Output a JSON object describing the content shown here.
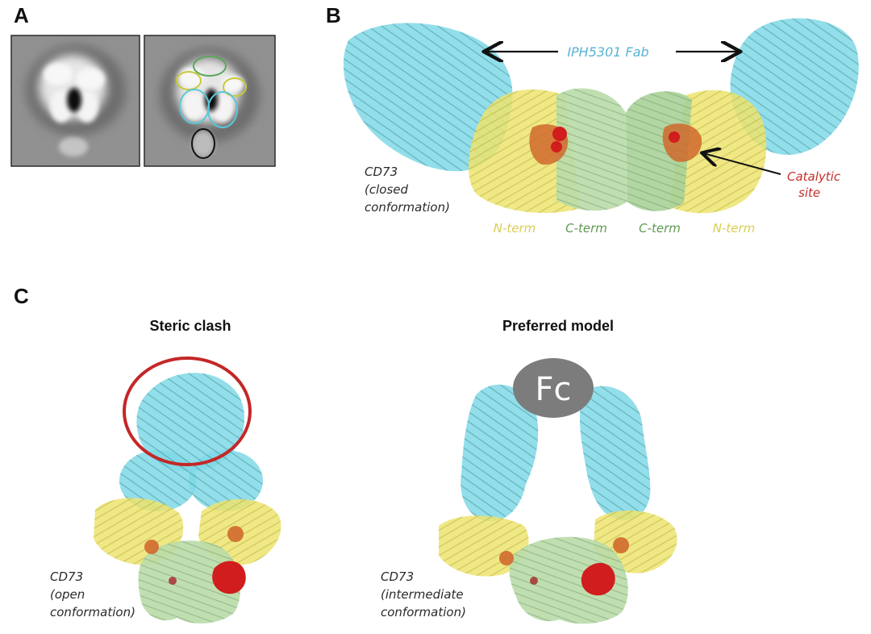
{
  "panels": {
    "a": {
      "letter": "A"
    },
    "b": {
      "letter": "B",
      "fab_label": "IPH5301 Fab",
      "cd73_lines": [
        "CD73",
        "(closed",
        "conformation)"
      ],
      "catalytic_lines": [
        "Catalytic",
        "site"
      ],
      "terminus_labels": [
        "N-term",
        "C-term",
        "C-term",
        "N-term"
      ]
    },
    "c": {
      "letter": "C",
      "left_title": "Steric clash",
      "right_title": "Preferred model",
      "fc_label": "Fc",
      "left_cd73_lines": [
        "CD73",
        "(open",
        "conformation)"
      ],
      "right_cd73_lines": [
        "CD73",
        "(intermediate",
        "conformation)"
      ]
    }
  },
  "colors": {
    "fab": "#7fd8e6",
    "n_domain": "#ece46e",
    "c_domain": "#b9dca8",
    "catalytic": "#d11d1d",
    "active_orange": "#d0692d",
    "clash_circle": "#c42727",
    "fc": "#7c7c7c",
    "em_background": "#8a8a8a"
  }
}
